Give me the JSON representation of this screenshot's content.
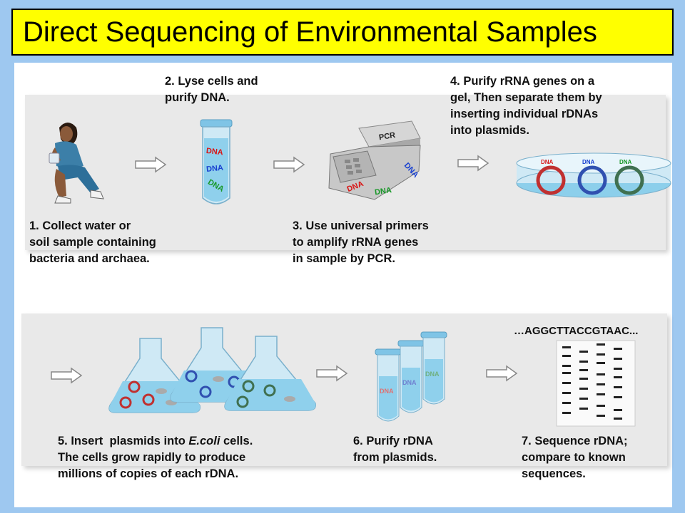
{
  "title": "Direct Sequencing of Environmental Samples",
  "steps": {
    "s1": "1. Collect water or\nsoil sample containing\nbacteria and archaea.",
    "s2": "2. Lyse cells and\npurify DNA.",
    "s3": "3. Use universal primers\nto amplify rRNA genes\nin sample by PCR.",
    "s4": "4. Purify rRNA genes on a\ngel, Then separate them by\ninserting individual rDNAs\ninto plasmids.",
    "s5_line1_prefix": "5. Insert  plasmids into ",
    "s5_line1_italic": "E.coli",
    "s5_line1_suffix": " cells.",
    "s5_rest": "The cells grow rapidly to produce\nmillions of copies of each rDNA.",
    "s6": "6. Purify rDNA\nfrom plasmids.",
    "s7": "7. Sequence rDNA;\ncompare to known\nsequences."
  },
  "labels": {
    "dna": "DNA",
    "pcr": "PCR",
    "sequence": "…AGGCTTACCGTAAC..."
  },
  "colors": {
    "title_bg": "#ffff00",
    "page_bg": "#9ec8f0",
    "panel_bg": "#e9e9e9",
    "dna_red": "#d81818",
    "dna_blue": "#1840d0",
    "dna_green": "#189828"
  },
  "icons": [
    "person-collecting-sample-icon",
    "test-tube-icon",
    "pcr-machine-icon",
    "petri-dish-icon",
    "flask-icon",
    "arrow-right-icon",
    "sequencing-gel-icon"
  ]
}
